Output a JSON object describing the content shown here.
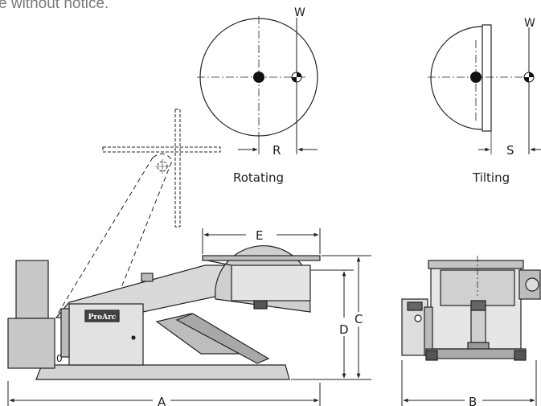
{
  "notice": "e without notice.",
  "labels": {
    "W_rot": "W",
    "W_tilt": "W",
    "R": "R",
    "S": "S",
    "rotating": "Rotating",
    "tilting": "Tilting",
    "E": "E",
    "C": "C",
    "D": "D",
    "A": "A",
    "B": "B",
    "brand": "ProArc",
    "zero": "0"
  }
}
